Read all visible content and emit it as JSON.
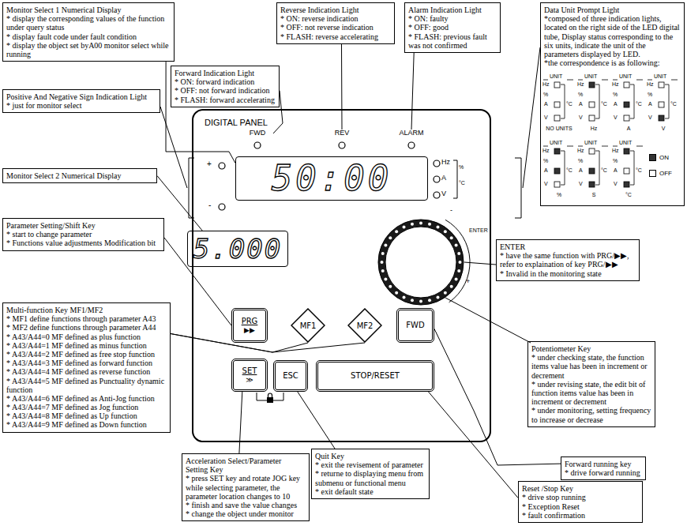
{
  "diagram": {
    "nodes": [
      {
        "text": [
          "Monitor Select 1 Numerical Display",
          "* display the corresponding values of the function under query status",
          "* display fault code under fault condition",
          "* display the object set byA00 monitor select while running"
        ]
      },
      {
        "text": [
          "Reverse Indication Light",
          "* ON: reverse indication",
          "* OFF: not reverse indication",
          "* FLASH: reverse accelerating"
        ]
      },
      {
        "text": [
          "Alarm Indication Light",
          "* ON: faulty",
          "* OFF: good",
          "* FLASH: previous fault was not confirmed"
        ]
      },
      {
        "text": [
          "Data Unit Prompt Light",
          "*composed of three indication lights, located on the right side of the LED digital tube, Display status corresponding to the six units, indicate the unit of the parameters displayed by LED.",
          "*the correspondence is as following:"
        ]
      },
      {
        "text": [
          "Forward Indication Light",
          "* ON: forward indication",
          "* OFF: not forward indication",
          "* FLASH: forward accelerating"
        ]
      },
      {
        "text": [
          "Positive And Negative Sign Indication Light",
          "* just for monitor select"
        ]
      },
      {
        "text": [
          "Monitor Select 2 Numerical Display"
        ]
      },
      {
        "text": [
          "Parameter Setting/Shift Key",
          "* start to change parameter",
          "* Functions value adjustments Modification bit"
        ]
      },
      {
        "text": [
          "DIGITAL PANEL"
        ]
      },
      {
        "text": [
          "FWD"
        ],
        "in": 8
      },
      {
        "text": [
          "REV"
        ],
        "in": 8
      },
      {
        "text": [
          "ALARM"
        ],
        "in": 8
      },
      {
        "text": [
          "50:00"
        ],
        "in": 8
      },
      {
        "text": [
          "5.000"
        ],
        "in": 8
      },
      {
        "text": [
          "PRG",
          "▶▶"
        ],
        "in": 8
      },
      {
        "text": [
          "MF1"
        ],
        "in": 8
      },
      {
        "text": [
          "MF2"
        ],
        "in": 8
      },
      {
        "text": [
          "FWD"
        ],
        "in": 8
      },
      {
        "text": [
          "SET",
          "≫"
        ],
        "in": 8
      },
      {
        "text": [
          "ESC"
        ],
        "in": 8
      },
      {
        "text": [
          "STOP/RESET"
        ],
        "in": 8
      },
      {
        "text": [
          "ENTER",
          "* have the same function with PRG/▶▶, refer to explaination of key PRG/▶▶",
          "* Invalid in the monitoring state"
        ]
      },
      {
        "text": [
          "Multi-function Key MF1/MF2",
          "* MF1 define functions through parameter A43",
          "* MF2 define functions through parameter A44",
          "* A43/A44=0 MF defined as plus function",
          "* A43/A44=1 MF defined as minus function",
          "* A43/A44=2 MF defined as free stop function",
          "* A43/A44=3 MF defined as forward function",
          "* A43/A44=4 MF defined as reverse function",
          "* A43/A44=5 MF defined as Punctuality dynamic function",
          "* A43/A44=6 MF defined as Anti-Jog function",
          "* A43/A44=7 MF defined as Jog function",
          "* A43/A44=8 MF defined as Up function",
          "* A43/A44=9 MF defined as Down function"
        ]
      },
      {
        "text": [
          "Potentiometer Key",
          "* under checking state, the function items value has been in increment or decrement",
          "* under revising state, the edit bit of function items value has been in increment or decrement",
          "* under monitoring, setting frequency to increase or decrease"
        ]
      },
      {
        "text": [
          "Acceleration Select/Parameter Setting Key",
          "* press SET key and rotate JOG key while selecting parameter, the parameter location changes to 10",
          "* finish and save the value changes",
          "* change the object under monitor"
        ]
      },
      {
        "text": [
          "Quit Key",
          "* exit the revisement of parameter",
          "* returne to displaying menu from submenu or functional menu",
          "* exit default state"
        ]
      },
      {
        "text": [
          "Forward running key",
          "* drive forward running"
        ]
      },
      {
        "text": [
          "Reset /Stop Key",
          "* drive stop running",
          "* Exception Reset",
          "* fault confirmation"
        ]
      }
    ],
    "edges": [
      {
        "from": 0,
        "to": 12,
        "arrow": "none"
      },
      {
        "from": 1,
        "to": 10,
        "arrow": "none"
      },
      {
        "from": 2,
        "to": 11,
        "arrow": "none"
      },
      {
        "from": 4,
        "to": 9,
        "arrow": "none"
      },
      {
        "from": 6,
        "to": 13,
        "arrow": "none"
      },
      {
        "from": 7,
        "to": 14,
        "arrow": "none"
      },
      {
        "from": 22,
        "to": 15,
        "arrow": "none"
      },
      {
        "from": 22,
        "to": 16,
        "arrow": "none"
      },
      {
        "from": 24,
        "to": 18,
        "arrow": "none"
      },
      {
        "from": 25,
        "to": 19,
        "arrow": "none"
      },
      {
        "from": 26,
        "to": 17,
        "arrow": "none"
      },
      {
        "from": 27,
        "to": 20,
        "arrow": "none"
      }
    ],
    "labels": [
      "+",
      "-",
      "Hz",
      "A",
      "V",
      "%",
      "°C",
      "-",
      "ENTER",
      "+",
      "UNIT",
      "Hz",
      "%",
      "A",
      "°C",
      "V",
      "UNIT",
      "Hz",
      "%",
      "A",
      "°C",
      "V",
      "UNIT",
      "Hz",
      "%",
      "A",
      "°C",
      "V",
      "UNIT",
      "Hz",
      "%",
      "A",
      "°C",
      "V",
      "UNIT",
      "Hz",
      "%",
      "A",
      "°C",
      "V",
      "UNIT",
      "Hz",
      "%",
      "A",
      "°C",
      "V",
      "UNIT",
      "Hz",
      "%",
      "A",
      "°C",
      "V",
      "NO UNITS",
      "Hz",
      "A",
      "V",
      "%",
      "S",
      "°C"
    ],
    "legend": [
      {
        "text": "ON",
        "color": "#333333"
      },
      {
        "text": "OFF",
        "color": "#ffffff"
      }
    ]
  }
}
